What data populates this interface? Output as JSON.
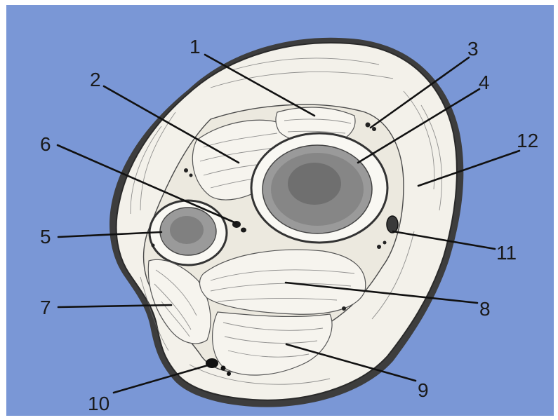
{
  "colors": {
    "background": "#7a97d6",
    "frame": "#ffffff",
    "tissue": "#f3f1ea",
    "skin_edge": "#3a3a3a",
    "bone_marrow": "#8a8a8a",
    "vessel": "#1a1a1a",
    "label": "#1a1a1a"
  },
  "labels": [
    {
      "id": "1",
      "text": "1"
    },
    {
      "id": "2",
      "text": "2"
    },
    {
      "id": "3",
      "text": "3"
    },
    {
      "id": "4",
      "text": "4"
    },
    {
      "id": "5",
      "text": "5"
    },
    {
      "id": "6",
      "text": "6"
    },
    {
      "id": "7",
      "text": "7"
    },
    {
      "id": "8",
      "text": "8"
    },
    {
      "id": "9",
      "text": "9"
    },
    {
      "id": "10",
      "text": "10"
    },
    {
      "id": "11",
      "text": "11"
    },
    {
      "id": "12",
      "text": "12"
    }
  ]
}
